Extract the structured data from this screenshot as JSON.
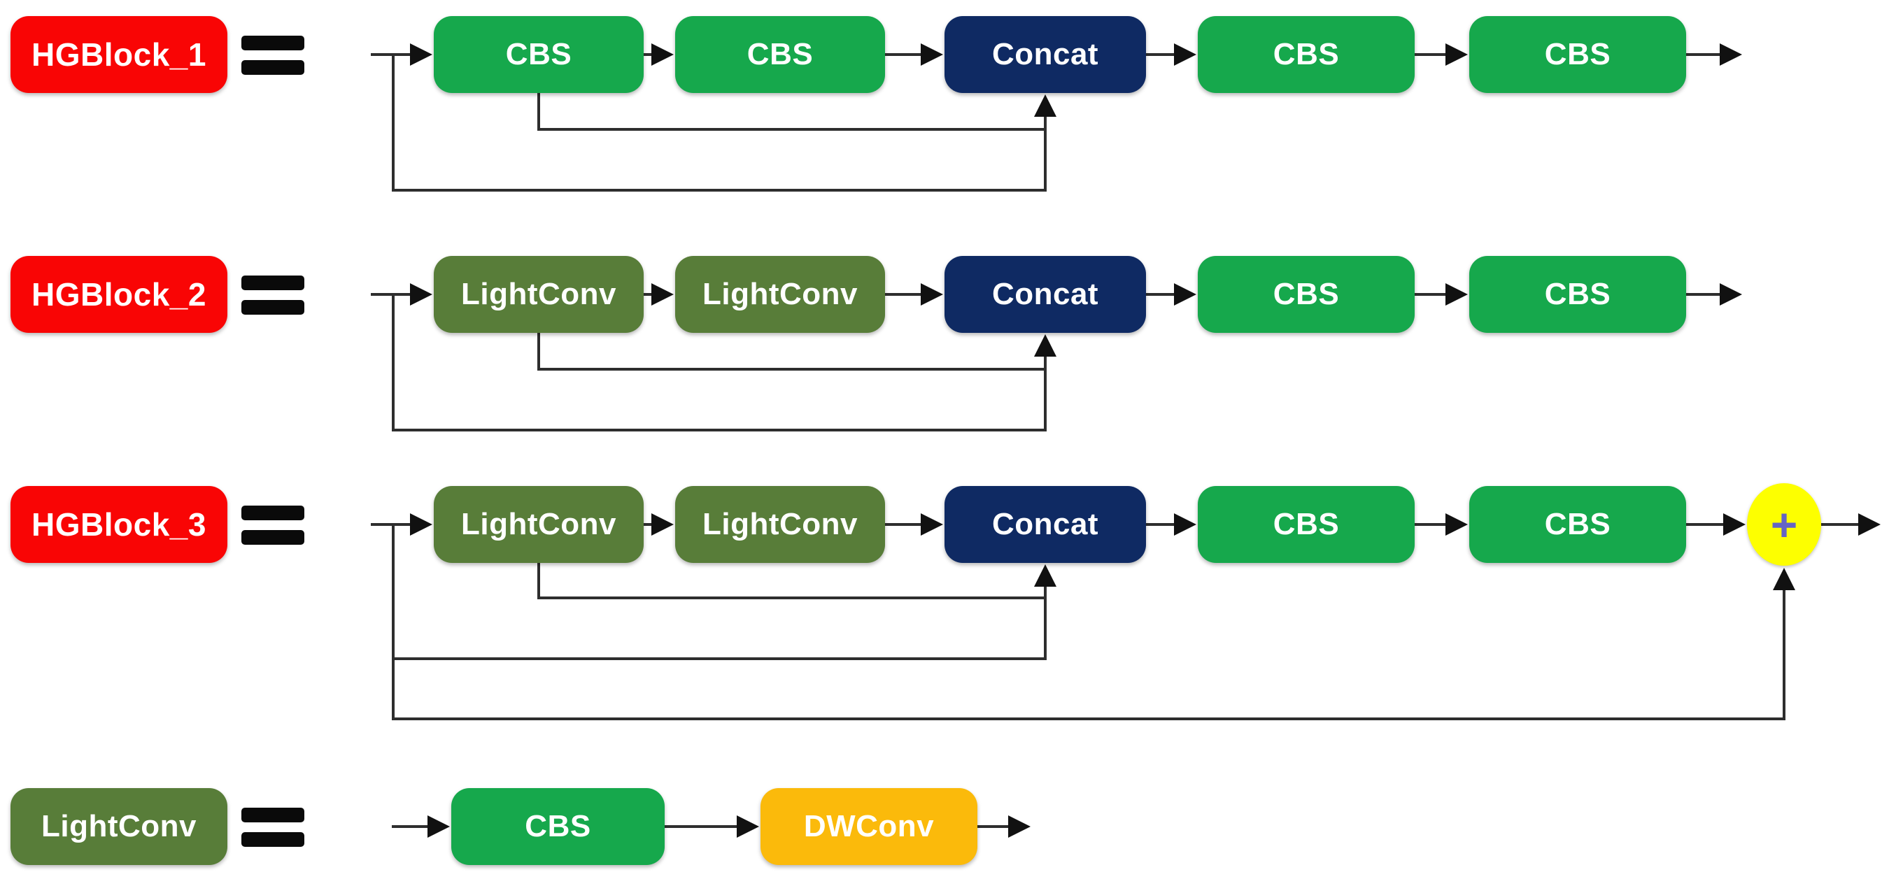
{
  "palette": {
    "label_red": "#f90505",
    "cbs_green": "#16a84c",
    "lightconv_olive": "#587d39",
    "concat_navy": "#0f2a63",
    "dwconv_amber": "#fbba0b",
    "add_yellow": "#fdff00",
    "plus_symbol_color": "#6464c4",
    "wire_color": "#2e2e2e",
    "equals_black": "#0a0a0a",
    "box_text": "#ffffff"
  },
  "equals_symbol": "=",
  "rows": [
    {
      "label": "HGBlock_1",
      "blocks": [
        "CBS",
        "CBS",
        "Concat",
        "CBS",
        "CBS"
      ]
    },
    {
      "label": "HGBlock_2",
      "blocks": [
        "LightConv",
        "LightConv",
        "Concat",
        "CBS",
        "CBS"
      ]
    },
    {
      "label": "HGBlock_3",
      "blocks": [
        "LightConv",
        "LightConv",
        "Concat",
        "CBS",
        "CBS"
      ],
      "add_operator": "+"
    },
    {
      "label": "LightConv",
      "blocks": [
        "CBS",
        "DWConv"
      ]
    }
  ]
}
